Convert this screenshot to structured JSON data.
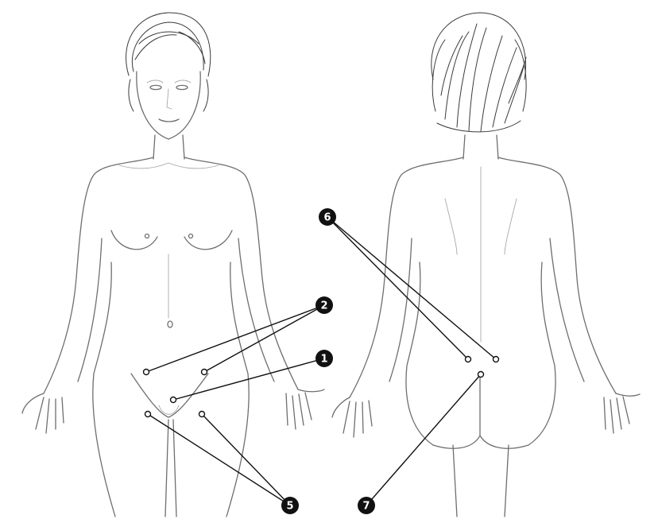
{
  "markers": {
    "m1": {
      "label": "1",
      "pins": 1
    },
    "m2": {
      "label": "2",
      "pins": 2
    },
    "m5": {
      "label": "5",
      "pins": 2
    },
    "m6": {
      "label": "6",
      "pins": 2
    },
    "m7": {
      "label": "7",
      "pins": 1
    }
  },
  "colors": {
    "badge": "#111111",
    "pin_fill": "#ffffff",
    "sketch": "#6e6e6e"
  }
}
